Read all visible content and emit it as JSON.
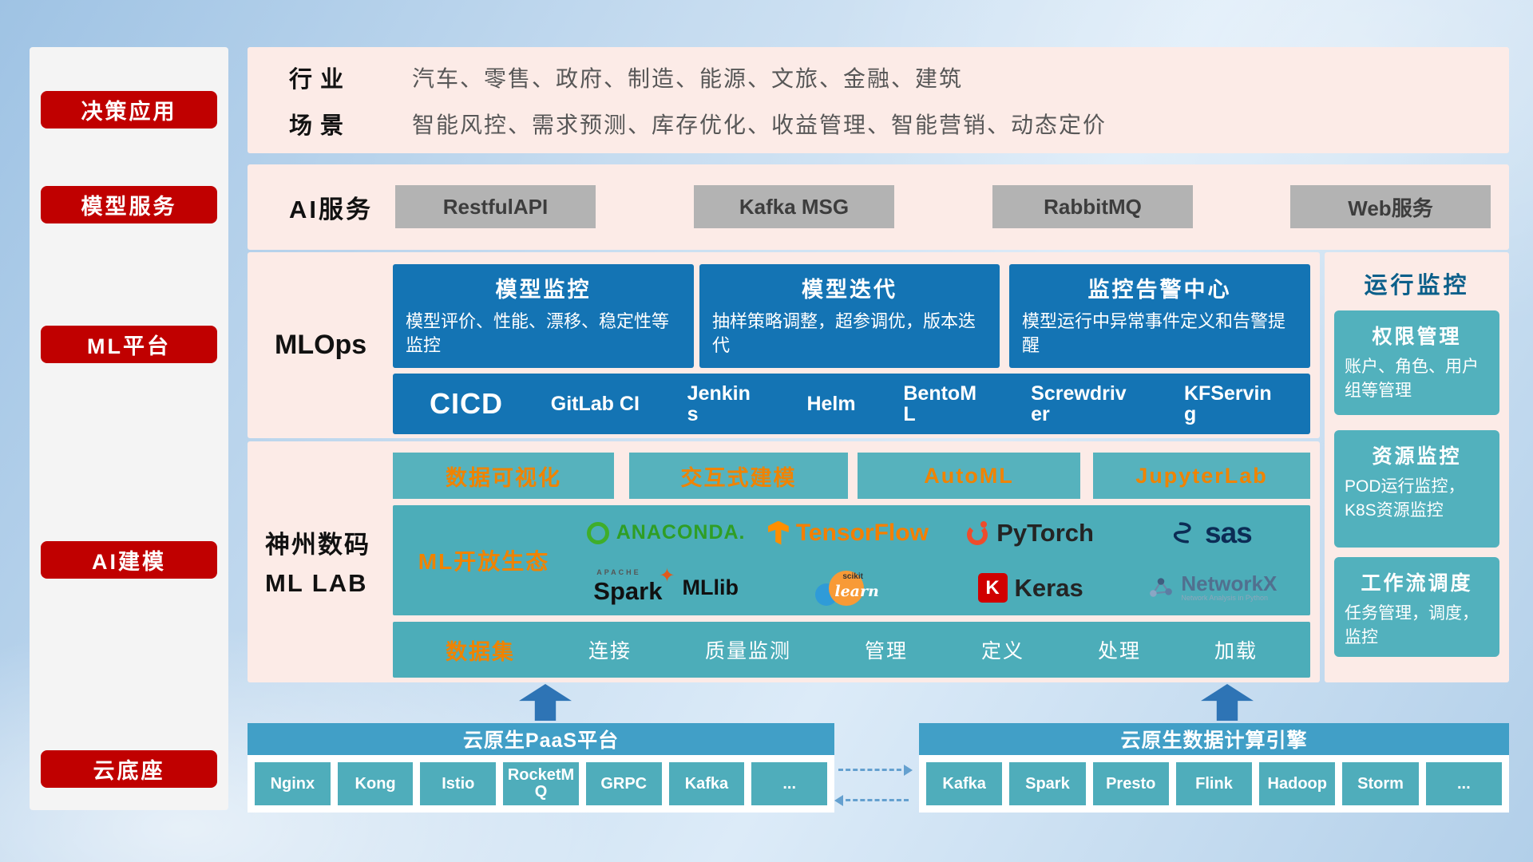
{
  "sidebar": {
    "items": [
      {
        "label": "决策应用"
      },
      {
        "label": "模型服务"
      },
      {
        "label": "ML平台"
      },
      {
        "label": "AI建模"
      },
      {
        "label": "云底座"
      }
    ]
  },
  "industry": {
    "rows": [
      {
        "label": "行业",
        "value": "汽车、零售、政府、制造、能源、文旅、金融、建筑"
      },
      {
        "label": "场景",
        "value": "智能风控、需求预测、库存优化、收益管理、智能营销、动态定价"
      }
    ]
  },
  "ai_service": {
    "label": "AI服务",
    "buttons": [
      "RestfulAPI",
      "Kafka MSG",
      "RabbitMQ",
      "Web服务"
    ]
  },
  "mlops": {
    "label": "MLOps",
    "cards": [
      {
        "title": "模型监控",
        "desc": "模型评价、性能、漂移、稳定性等监控"
      },
      {
        "title": "模型迭代",
        "desc": "抽样策略调整，超参调优，版本迭代"
      },
      {
        "title": "监控告警中心",
        "desc": "模型运行中异常事件定义和告警提醒"
      }
    ],
    "cicd_label": "CICD",
    "cicd_items": [
      "GitLab CI",
      "Jenkins",
      "Helm",
      "BentoML",
      "Screwdriver",
      "KFServing"
    ]
  },
  "mllab": {
    "label_line1": "神州数码",
    "label_line2": "ML LAB",
    "top_buttons": [
      "数据可视化",
      "交互式建模",
      "AutoML",
      "JupyterLab"
    ],
    "ecosystem_label": "ML开放生态",
    "logos": {
      "anaconda": "ANACONDA.",
      "tensorflow": "TensorFlow",
      "pytorch": "PyTorch",
      "sas": "sas",
      "spark_small": "APACHE",
      "spark": "Spark",
      "mllib": "MLlib",
      "sklearn_top": "scikit",
      "sklearn": "learn",
      "keras_letter": "K",
      "keras": "Keras",
      "networkx": "NetworkX",
      "networkx_sub": "Network Analysis in Python"
    },
    "dataset_label": "数据集",
    "dataset_items": [
      "连接",
      "质量监测",
      "管理",
      "定义",
      "处理",
      "加载"
    ]
  },
  "monitoring": {
    "title": "运行监控",
    "cards": [
      {
        "title": "权限管理",
        "desc": "账户、角色、用户组等管理"
      },
      {
        "title": "资源监控",
        "desc": "POD运行监控，K8S资源监控"
      },
      {
        "title": "工作流调度",
        "desc": "任务管理，调度，监控"
      }
    ]
  },
  "foundation": {
    "paas": {
      "title": "云原生PaaS平台",
      "items": [
        "Nginx",
        "Kong",
        "Istio",
        "RocketMQ",
        "GRPC",
        "Kafka",
        "..."
      ]
    },
    "engine": {
      "title": "云原生数据计算引擎",
      "items": [
        "Kafka",
        "Spark",
        "Presto",
        "Flink",
        "Hadoop",
        "Storm",
        "..."
      ]
    }
  },
  "colors": {
    "red": "#c00000",
    "pink_panel": "#fcebe7",
    "blue_card": "#1474b4",
    "teal": "#4cadb9",
    "orange": "#f08300",
    "header_blue": "#419fc7",
    "arrow_blue": "#2e74b5"
  }
}
